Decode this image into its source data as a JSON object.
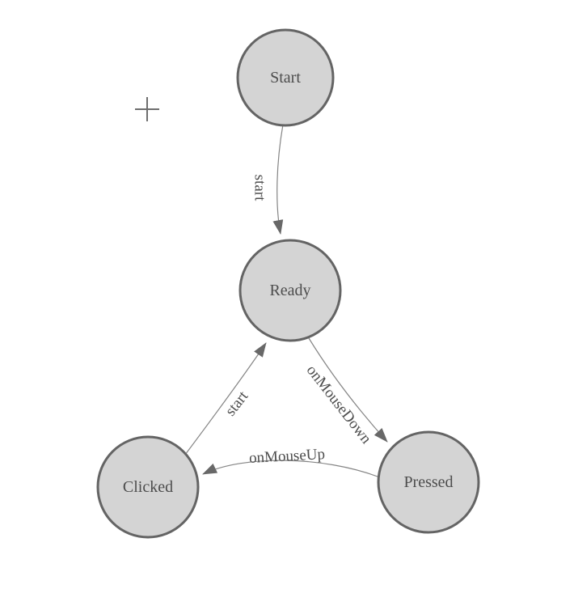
{
  "canvas": {
    "background": "#ffffff",
    "kind": "state-machine-diagram"
  },
  "diagram": {
    "type": "finite-state-machine",
    "nodes": [
      {
        "id": "start",
        "label": "Start"
      },
      {
        "id": "ready",
        "label": "Ready"
      },
      {
        "id": "clicked",
        "label": "Clicked"
      },
      {
        "id": "pressed",
        "label": "Pressed"
      }
    ],
    "edges": [
      {
        "from": "start",
        "to": "ready",
        "label": "start"
      },
      {
        "from": "clicked",
        "to": "ready",
        "label": "start"
      },
      {
        "from": "ready",
        "to": "pressed",
        "label": "onMouseDown"
      },
      {
        "from": "pressed",
        "to": "clicked",
        "label": "onMouseUp"
      }
    ],
    "colors": {
      "node_fill": "#d4d4d4",
      "node_border": "#646464",
      "edge_line": "#858585",
      "arrowhead": "#686868",
      "label_text": "#4d4d4d",
      "crosshair": "#6e6e6e"
    }
  }
}
